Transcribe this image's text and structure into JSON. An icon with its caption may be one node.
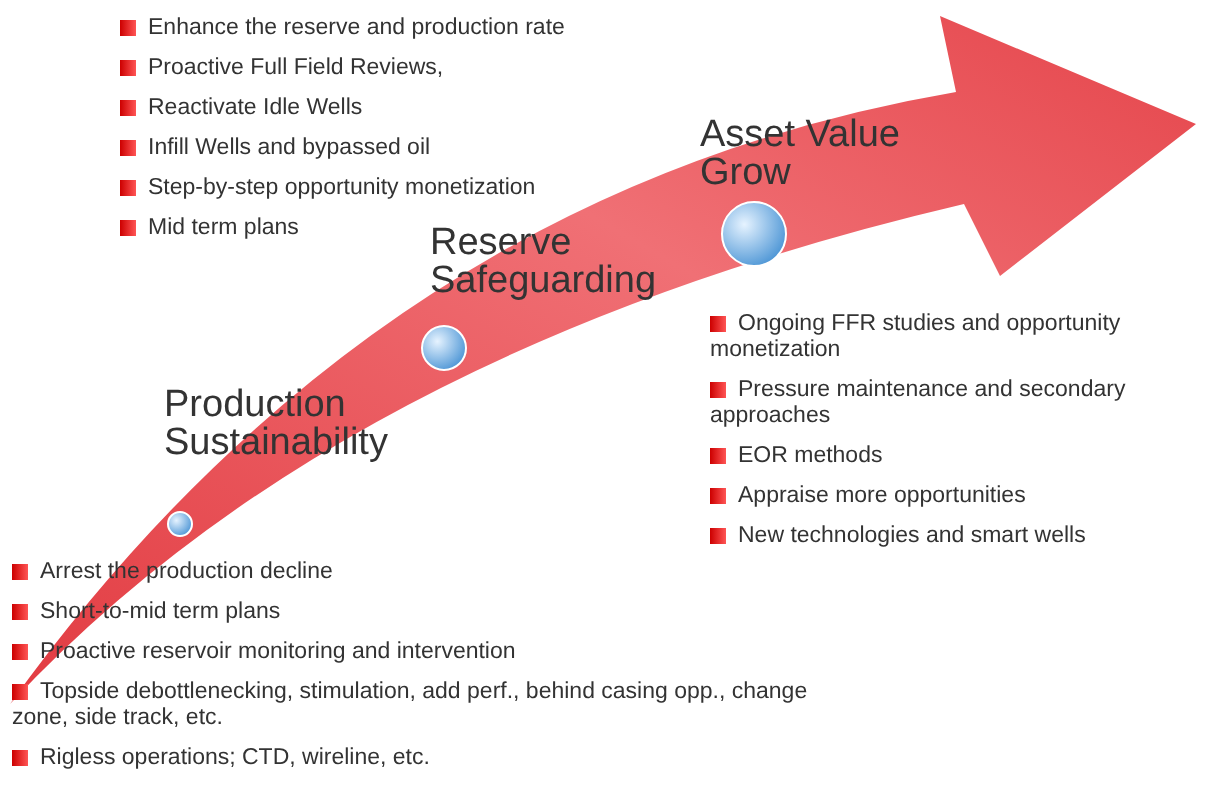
{
  "diagram": {
    "nodes": [
      {
        "text": [
          "Production Sustainability"
        ]
      },
      {
        "text": [
          "Reserve Safeguarding"
        ]
      },
      {
        "text": [
          "Asset Value Grow"
        ]
      }
    ],
    "labels": [
      "Enhance the reserve and production rate",
      "Proactive Full Field Reviews,",
      "Reactivate Idle Wells",
      "Infill Wells and bypassed oil",
      "Step-by-step opportunity monetization",
      "Mid term plans",
      "Ongoing FFR studies and opportunity monetization",
      "Pressure maintenance and secondary approaches",
      "EOR methods",
      "Appraise more opportunities",
      "New technologies and smart wells",
      "Arrest the production decline",
      "Short-to-mid term plans",
      "Proactive reservoir monitoring and intervention",
      "Topside debottlenecking, stimulation, add perf., behind casing opp., change zone, side track, etc.",
      "Rigless operations; CTD, wireline, etc."
    ]
  }
}
